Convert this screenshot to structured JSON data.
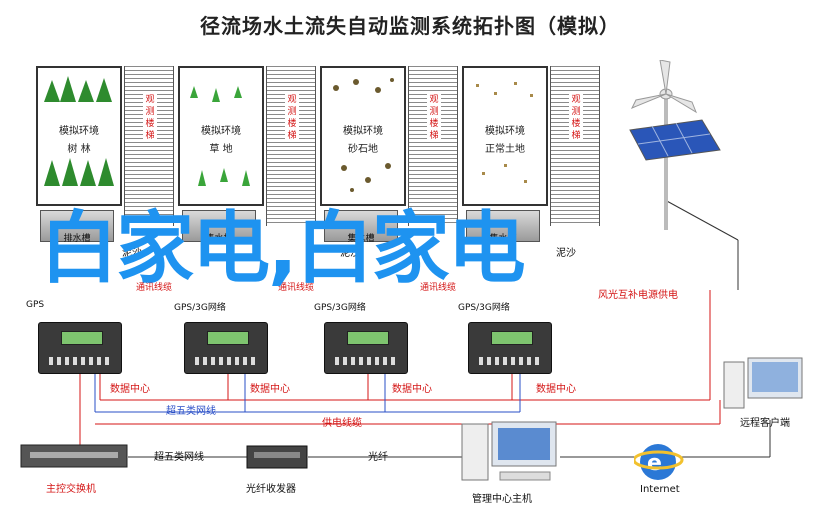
{
  "title": "径流场水土流失自动监测系统拓扑图（模拟）",
  "environments": [
    {
      "line1": "模拟环境",
      "line2": "树 林",
      "icon": "tree-icon"
    },
    {
      "line1": "模拟环境",
      "line2": "草 地",
      "icon": "grass-icon"
    },
    {
      "line1": "模拟环境",
      "line2": "砂石地",
      "icon": "gravel-icon"
    },
    {
      "line1": "模拟环境",
      "line2": "正常土地",
      "icon": "soil-icon"
    }
  ],
  "stairs": [
    {
      "label": "观测楼梯"
    },
    {
      "label": "观测楼梯"
    },
    {
      "label": "观测楼梯"
    },
    {
      "label": "观测楼梯"
    }
  ],
  "tanks": [
    {
      "label": "排水槽"
    },
    {
      "label": "集水槽"
    },
    {
      "label": "集水槽"
    },
    {
      "label": "集水槽"
    }
  ],
  "tank_overlay_labels": [
    "泥沙",
    "泥沙",
    "泥沙"
  ],
  "comm_labels": [
    "通讯线缆",
    "通讯线缆",
    "通讯线缆"
  ],
  "gps_labels": [
    "GPS",
    "GPS/3G网络",
    "GPS/3G网络",
    "GPS/3G网络"
  ],
  "overlay_text": "白家电,白家电",
  "data_center_labels": [
    "数据中心",
    "数据中心",
    "数据中心",
    "数据中心"
  ],
  "wind_supply_label": "风光互补电源供电",
  "network_label_1": "超五类网线",
  "power_label": "供电线缆",
  "network_label_2": "超五类网线",
  "fiber_label": "光纤",
  "devices": {
    "switch": "主控交换机",
    "transceiver": "光纤收发器",
    "host": "管理中心主机",
    "internet": "Internet",
    "client": "远程客户端"
  },
  "colors": {
    "red_line": "#d41616",
    "blue_line": "#2a4fc7",
    "overlay": "#1e93f0"
  }
}
